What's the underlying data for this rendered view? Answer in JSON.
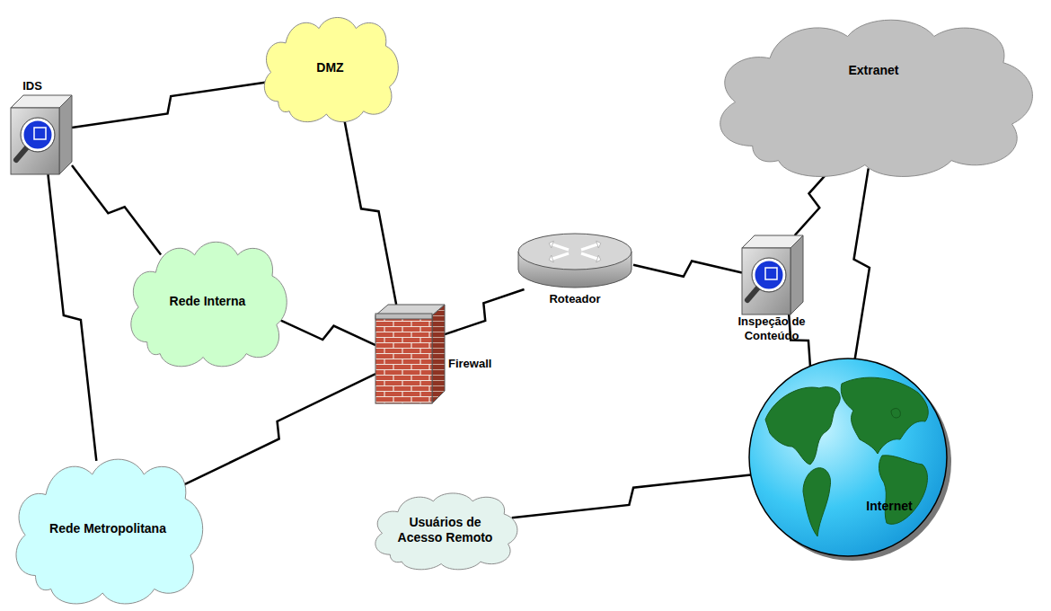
{
  "diagram": {
    "nodes": [
      {
        "text": [
          "IDS"
        ]
      },
      {
        "text": [
          "DMZ"
        ]
      },
      {
        "text": [
          "Extranet"
        ]
      },
      {
        "text": [
          "Rede Interna"
        ]
      },
      {
        "text": [
          "Roteador"
        ]
      },
      {
        "text": [
          "Inspeção de Conteúdo"
        ]
      },
      {
        "text": [
          "Firewall"
        ]
      },
      {
        "text": [
          "Internet"
        ]
      },
      {
        "text": [
          "Usuários de Acesso Remoto"
        ]
      },
      {
        "text": [
          "Rede Metropolitana"
        ]
      }
    ],
    "edges": [
      {
        "from": 0,
        "to": 1,
        "arrow": "none"
      },
      {
        "from": 0,
        "to": 3,
        "arrow": "none"
      },
      {
        "from": 0,
        "to": 9,
        "arrow": "none"
      },
      {
        "from": 1,
        "to": 6,
        "arrow": "none"
      },
      {
        "from": 3,
        "to": 6,
        "arrow": "none"
      },
      {
        "from": 9,
        "to": 6,
        "arrow": "none"
      },
      {
        "from": 6,
        "to": 4,
        "arrow": "none"
      },
      {
        "from": 4,
        "to": 5,
        "arrow": "none"
      },
      {
        "from": 5,
        "to": 2,
        "arrow": "none"
      },
      {
        "from": 5,
        "to": 7,
        "arrow": "none"
      },
      {
        "from": 2,
        "to": 7,
        "arrow": "none"
      },
      {
        "from": 8,
        "to": 7,
        "arrow": "none"
      }
    ]
  }
}
